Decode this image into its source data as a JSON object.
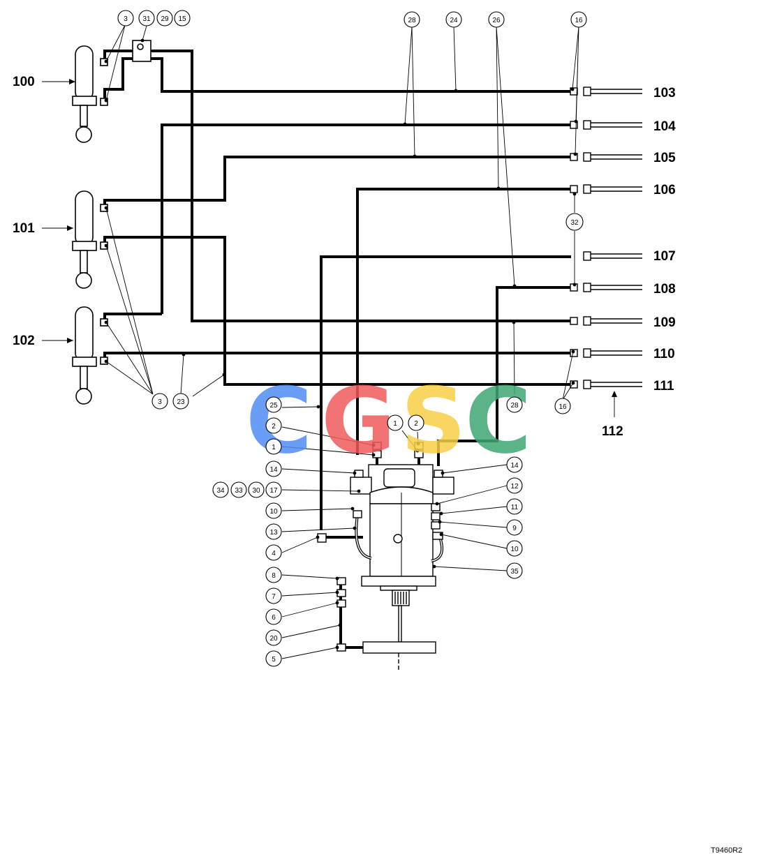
{
  "lines": {
    "100": "100",
    "101": "101",
    "102": "102",
    "103": "103",
    "104": "104",
    "105": "105",
    "106": "106",
    "107": "107",
    "108": "108",
    "109": "109",
    "110": "110",
    "111": "111",
    "112": "112"
  },
  "callouts": {
    "c1": "1",
    "c2": "2",
    "c3": "3",
    "c4": "4",
    "c5": "5",
    "c6": "6",
    "c7": "7",
    "c8": "8",
    "c9": "9",
    "c10": "10",
    "c11": "11",
    "c12": "12",
    "c13": "13",
    "c14": "14",
    "c15": "15",
    "c16": "16",
    "c17": "17",
    "c20": "20",
    "c23": "23",
    "c24": "24",
    "c25": "25",
    "c26": "26",
    "c28": "28",
    "c29": "29",
    "c30": "30",
    "c31": "31",
    "c32": "32",
    "c33": "33",
    "c34": "34",
    "c35": "35"
  },
  "watermark": {
    "c": "C",
    "g": "G",
    "s": "S",
    "c2": "C"
  },
  "drawing_code": "T9460R2",
  "colors": {
    "blue": "#4f8df5",
    "red": "#ef5b5b",
    "yellow": "#f7d046",
    "green": "#3ea874",
    "line": "#000000"
  }
}
